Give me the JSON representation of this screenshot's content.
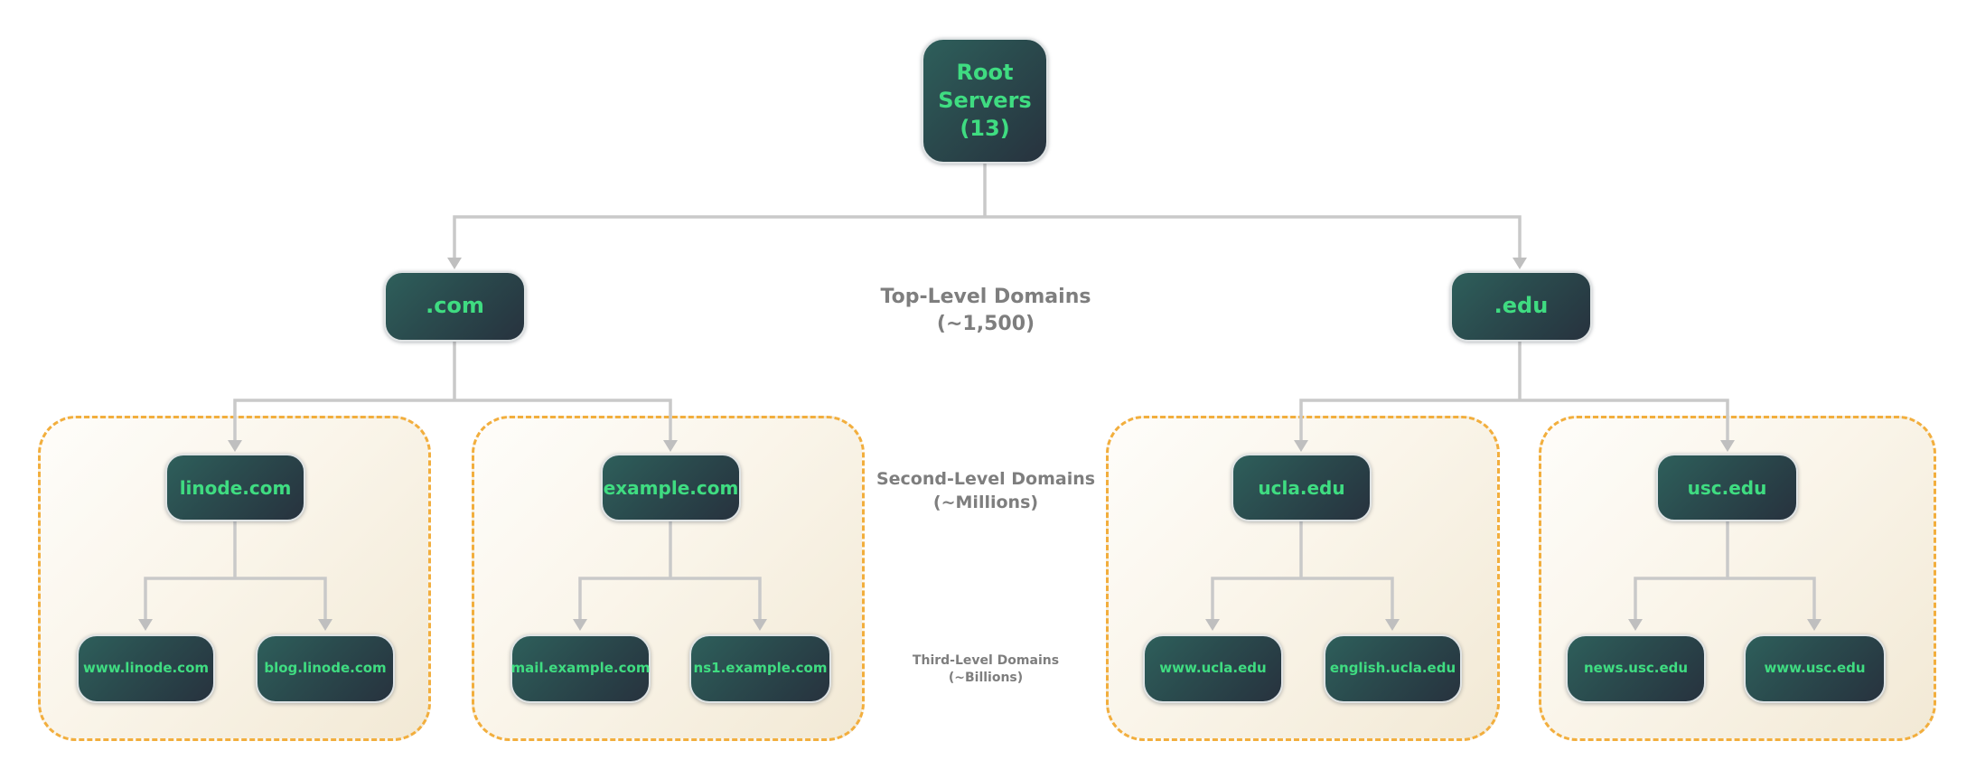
{
  "diagram": {
    "root": {
      "label": "Root Servers (13)"
    },
    "tlds": [
      {
        "label": ".com"
      },
      {
        "label": ".edu"
      }
    ],
    "groups": [
      {
        "sld": "linode.com",
        "children": [
          "www.linode.com",
          "blog.linode.com"
        ]
      },
      {
        "sld": "example.com",
        "children": [
          "mail.example.com",
          "ns1.example.com"
        ]
      },
      {
        "sld": "ucla.edu",
        "children": [
          "www.ucla.edu",
          "english.ucla.edu"
        ]
      },
      {
        "sld": "usc.edu",
        "children": [
          "news.usc.edu",
          "www.usc.edu"
        ]
      }
    ],
    "level_labels": [
      {
        "line1": "Top-Level Domains",
        "line2": "(~1,500)"
      },
      {
        "line1": "Second-Level Domains",
        "line2": "(~Millions)"
      },
      {
        "line1": "Third-Level Domains",
        "line2": "(~Billions)"
      }
    ],
    "colors": {
      "node_text": "#3fdc81",
      "node_gradient_start": "#2e5f5b",
      "node_gradient_end": "#27323e",
      "group_border": "#f2ae3d",
      "group_fill_start": "#fefdfa",
      "group_fill_end": "#f2e9d5",
      "connector": "#c9c9c9",
      "label_text": "#7e7e7e"
    }
  }
}
